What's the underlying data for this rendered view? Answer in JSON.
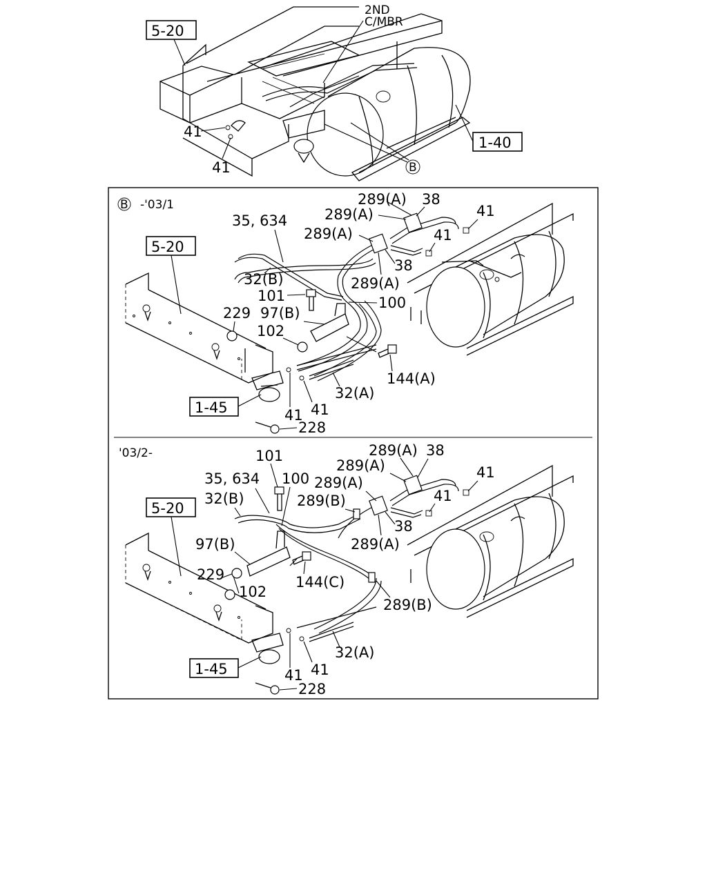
{
  "top": {
    "note": [
      "2ND",
      "C/MBR"
    ],
    "boxes": {
      "frame": "5-20",
      "tank": "1-40"
    },
    "labels": {
      "nut_a": "41",
      "nut_b": "41",
      "detail": "B"
    }
  },
  "panel_b": {
    "header": "-'03/1",
    "header_ref": "B",
    "boxes": {
      "frame": "5-20",
      "valve": "1-45"
    },
    "labels": {
      "l289a_1": "289(A)",
      "l38_1": "38",
      "l289a_2": "289(A)",
      "l41_1": "41",
      "l35": "35, 634",
      "l289a_3": "289(A)",
      "l41_2": "41",
      "l38_2": "38",
      "l32b": "32(B)",
      "l289a_4": "289(A)",
      "l101": "101",
      "l100": "100",
      "l229": "229",
      "l97b": "97(B)",
      "l102": "102",
      "l144a": "144(A)",
      "l32a": "32(A)",
      "l41_3": "41",
      "l41_4": "41",
      "l228": "228"
    }
  },
  "panel_c": {
    "header": "'03/2-",
    "boxes": {
      "frame": "5-20",
      "valve": "1-45"
    },
    "labels": {
      "l101": "101",
      "l289a_1": "289(A)",
      "l38_1": "38",
      "l289a_2": "289(A)",
      "l35": "35, 634",
      "l100": "100",
      "l289a_3": "289(A)",
      "l41_1": "41",
      "l32b": "32(B)",
      "l289b_1": "289(B)",
      "l41_2": "41",
      "l38_2": "38",
      "l289a_4": "289(A)",
      "l97b": "97(B)",
      "l144c": "144(C)",
      "l229": "229",
      "l102": "102",
      "l289b_2": "289(B)",
      "l32a": "32(A)",
      "l41_3": "41",
      "l41_4": "41",
      "l228": "228"
    }
  }
}
